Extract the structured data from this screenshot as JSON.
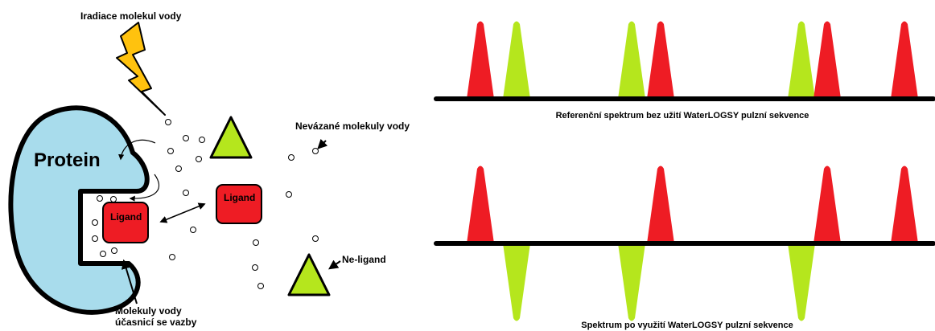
{
  "labels": {
    "irradiation": "Iradiace molekul vody",
    "protein": "Protein",
    "ligand_bound": "Ligand",
    "ligand_free": "Ligand",
    "unbound_water": "Nevázané molekuly vody",
    "non_ligand": "Ne-ligand",
    "bound_water_line1": "Molekuly vody",
    "bound_water_line2": "účasnicí se vazby",
    "reference_spectrum": "Referenční spektrum bez užití WaterLOGSY pulzní sekvence",
    "waterlogsy_spectrum": "Spektrum po využití WaterLOGSY pulzní sekvence"
  },
  "colors": {
    "protein": "#a8dcec",
    "ligand": "#ee1c24",
    "non_ligand": "#b5e61d",
    "lightning": "#ffc20e",
    "outline": "#000000"
  },
  "spectra": {
    "reference": [
      {
        "type": "ligand",
        "direction": "up"
      },
      {
        "type": "non_ligand",
        "direction": "up"
      },
      {
        "type": "non_ligand",
        "direction": "up"
      },
      {
        "type": "ligand",
        "direction": "up"
      },
      {
        "type": "non_ligand",
        "direction": "up"
      },
      {
        "type": "ligand",
        "direction": "up"
      },
      {
        "type": "ligand",
        "direction": "up"
      }
    ],
    "waterlogsy": [
      {
        "type": "ligand",
        "direction": "up"
      },
      {
        "type": "non_ligand",
        "direction": "down"
      },
      {
        "type": "non_ligand",
        "direction": "down"
      },
      {
        "type": "ligand",
        "direction": "up"
      },
      {
        "type": "non_ligand",
        "direction": "down"
      },
      {
        "type": "ligand",
        "direction": "up"
      },
      {
        "type": "ligand",
        "direction": "up"
      }
    ]
  }
}
